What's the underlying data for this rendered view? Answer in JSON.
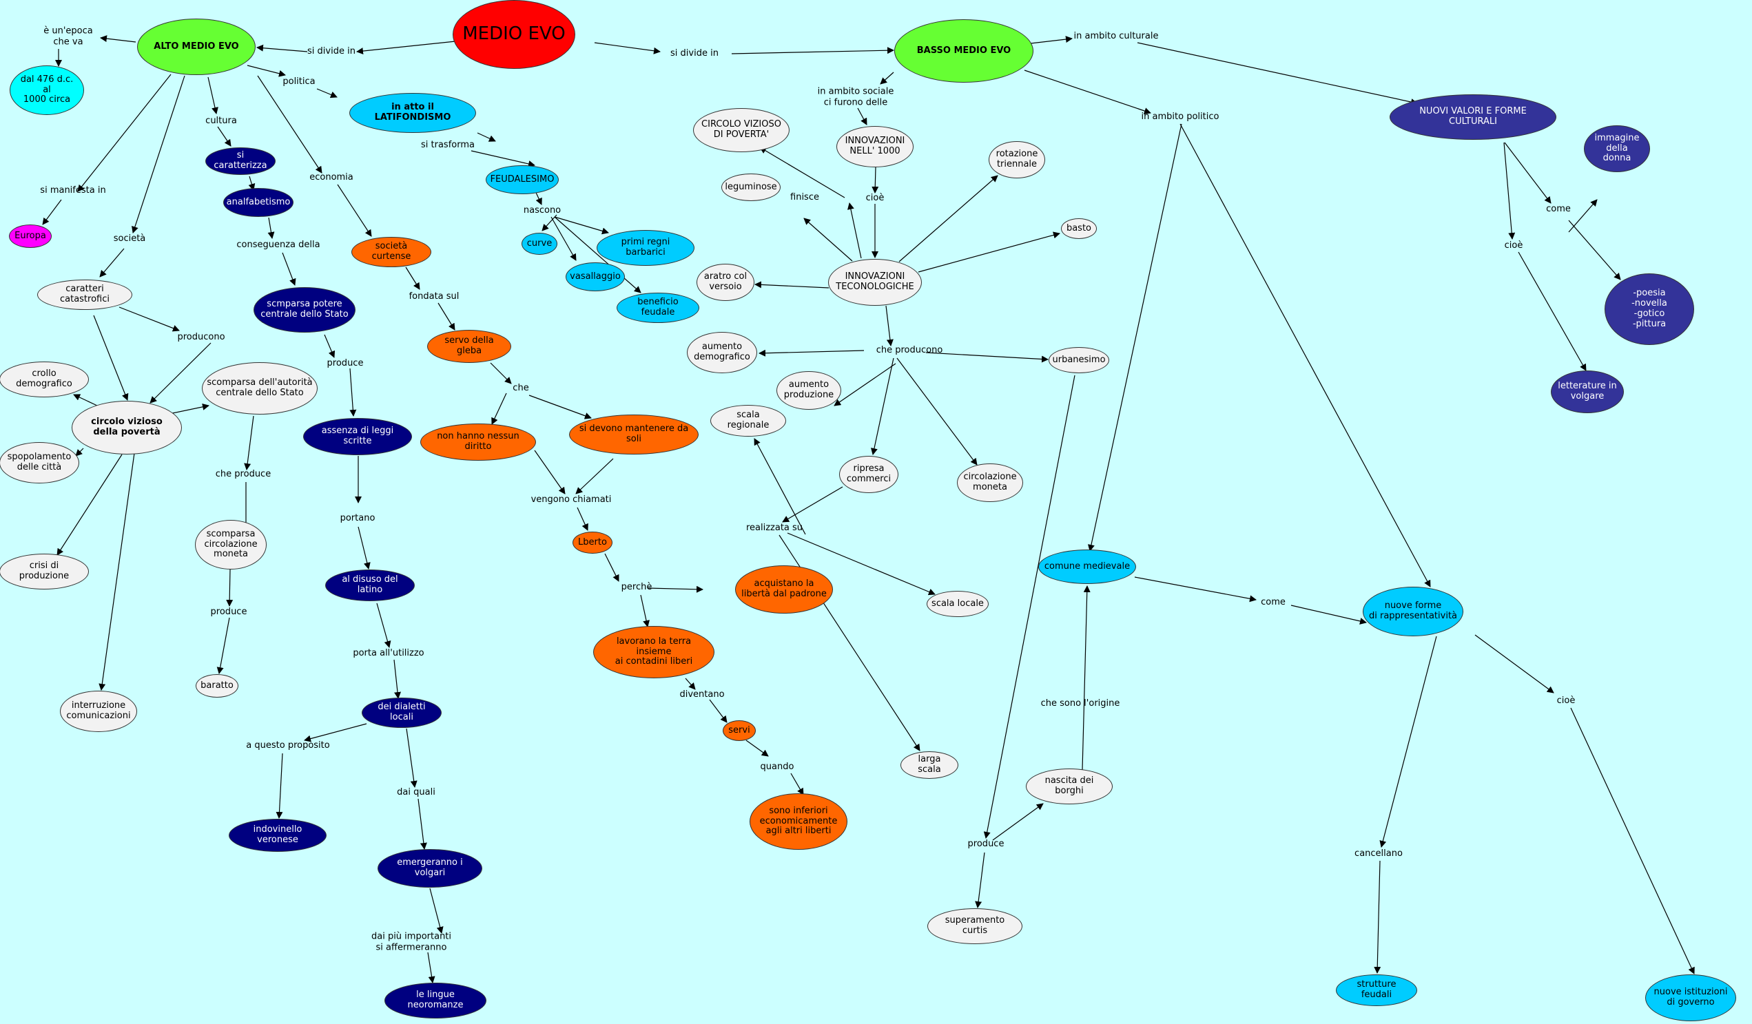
{
  "colors": {
    "red": "#ff0000",
    "green": "#66ff33",
    "cyan": "#00ffff",
    "magenta": "#ff00ff",
    "sky": "#00ccff",
    "navy": "#000080",
    "orange": "#ff6600",
    "white": "#f2f2f2",
    "indigo": "#333399",
    "background": "#ccffff"
  },
  "nodes": {
    "medio_evo": "MEDIO EVO",
    "alto_medio_evo": "ALTO MEDIO EVO",
    "basso_medio_evo": "BASSO MEDIO EVO",
    "date": "dal 476 d.c.\nal\n1000 circa",
    "europa": "Europa",
    "latifondismo": "in atto il LATIFONDISMO",
    "feudalesimo": "FEUDALESIMO",
    "curve": "curve",
    "primi_regni": "primi regni barbarici",
    "vassallaggio": "vasallaggio",
    "beneficio": "beneficio feudale",
    "si_caratterizza": "si caratterizza",
    "analfabetismo": "analfabetismo",
    "scomparsa_potere": "scmparsa potere\ncentrale dello Stato",
    "assenza_leggi": "assenza di leggi scritte",
    "disuso_latino": "al disuso del latino",
    "dialetti_locali": "dei dialetti locali",
    "indovinello": "indovinello veronese",
    "emergeranno": "emergeranno i volgari",
    "lingue_neoromanze": "le lingue neoromanze",
    "societa_curtense": "società curtense",
    "servo_gleba": "servo della gleba",
    "nessun_diritto": "non hanno nessun diritto",
    "mantenere": "si devono mantenere da soli",
    "lberto": "Lberto",
    "acquistano": "acquistano la\nlibertà dal padrone",
    "lavorano": "lavorano la terra insieme\nai contadini liberi",
    "servi": "servi",
    "inferiori": "sono inferiori\neconomicamente\nagli altri liberti",
    "caratteri_catastrofici": "caratteri catastrofici",
    "circolo_poverta": "circolo vizioso\ndella povertà",
    "crollo_demografico": "crollo demografico",
    "spopolamento": "spopolamento\ndelle città",
    "crisi_produzione": "crisi di produzione",
    "interruzione": "interruzione\ncomunicazioni",
    "scomparsa_autorita": "scomparsa dell'autorità\ncentrale dello Stato",
    "scomparsa_moneta": "scomparsa\ncircolazione\nmoneta",
    "baratto": "baratto",
    "circolo_vizioso2": "CIRCOLO VIZIOSO\nDI POVERTA'",
    "innovazioni_1000": "INNOVAZIONI\nNELL' 1000",
    "leguminose": "leguminose",
    "rotazione": "rotazione\ntriennale",
    "basto": "basto",
    "aratro": "aratro col\nversoio",
    "innovazioni_tec": "INNOVAZIONI\nTECONOLOGICHE",
    "aumento_demo": "aumento\ndemografico",
    "aumento_prod": "aumento\nproduzione",
    "urbanesimo": "urbanesimo",
    "scala_regionale": "scala regionale",
    "ripresa": "ripresa\ncommerci",
    "circolazione_moneta": "circolazione\nmoneta",
    "scala_locale": "scala locale",
    "larga_scala": "larga scala",
    "comune_medievale": "comune medievale",
    "nuove_forme": "nuove forme\ndi rappresentatività",
    "nascita_borghi": "nascita dei borghi",
    "superamento": "superamento curtis",
    "strutture_feudali": "strutture feudali",
    "nuove_istituzioni": "nuove istituzioni\ndi governo",
    "nuovi_valori": "NUOVI VALORI E FORME CULTURALI",
    "immagine_donna": "immagine\ndella\ndonna",
    "poesia": "-poesia\n-novella\n-gotico\n-pittura",
    "letterature": "letterature in\nvolgare"
  },
  "links": {
    "epoca": "è un'epoca\nche va",
    "si_divide_in_l": "si divide in",
    "si_divide_in_r": "si divide in",
    "politica": "politica",
    "si_trasforma": "si trasforma",
    "nascono": "nascono",
    "cultura": "cultura",
    "conseguenza": "conseguenza della",
    "produce_a": "produce",
    "portano": "portano",
    "porta_utilizzo": "porta all'utilizzo",
    "a_questo": "a questo proposito",
    "dai_quali": "dai quali",
    "dai_piu": "dai più importanti\nsi affermeranno",
    "economia": "economia",
    "fondata": "fondata sul",
    "che": "che",
    "vengono": "vengono chiamati",
    "perche": "perchè",
    "diventano": "diventano",
    "quando": "quando",
    "si_manifesta": "si manifesta in",
    "societa": "società",
    "producono": "producono",
    "che_produce": "che produce",
    "produce_b": "produce",
    "ambito_culturale": "in ambito culturale",
    "ambito_sociale": "in ambito sociale\nci furono delle",
    "ambito_politico": "in ambito politico",
    "cioe_a": "cioè",
    "finisce": "finisce",
    "che_producono": "che producono",
    "realizzata": "realizzata su",
    "come_a": "come",
    "che_sono_origine": "che sono l'origine",
    "produce_c": "produce",
    "cancellano": "cancellano",
    "cioe_b": "cioè",
    "cioe_c": "cioè",
    "come_b": "come"
  }
}
